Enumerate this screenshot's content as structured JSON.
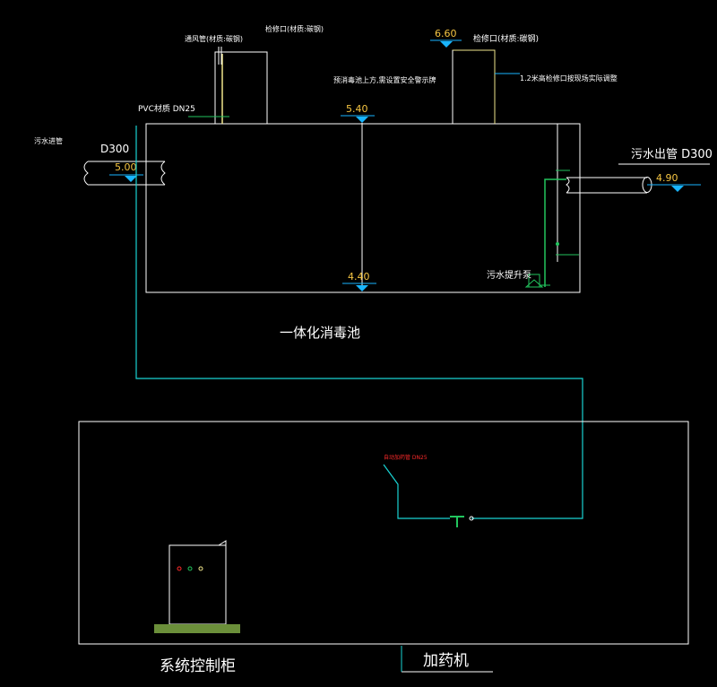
{
  "labels": {
    "vent_pipe": "通风管(材质:碳钢)",
    "access_port_left": "检修口(材质:碳钢)",
    "access_port_right": "检修口(材质:碳钢)",
    "elev_660": "6.60",
    "access_note": "1.2米高检修口按现场实际调整",
    "warning_note": "预消毒池上方,需设置安全警示牌",
    "pvc_pipe": "PVC材质 DN25",
    "elev_540": "5.40",
    "sewage_inlet": "污水进管",
    "inlet_d300": "D300",
    "elev_500": "5.00",
    "outlet_pipe": "污水出管 D300",
    "elev_490": "4.90",
    "elev_440": "4.40",
    "sewage_pump": "污水提升泵",
    "tank_title": "一体化消毒池",
    "dosing_pipe": "自动加药管 DN25",
    "control_cabinet": "系统控制柜",
    "dosing_machine": "加药机"
  },
  "colors": {
    "background": "#000000",
    "outline": "#ffffff",
    "cyan_pipe": "#19d3d3",
    "yellow_pipe": "#f0e68c",
    "green_pipe": "#22c55e",
    "elevation_marker": "#19b5ff",
    "elevation_text": "#f5c542",
    "red_text": "#ff2a2a",
    "ground_hatch": "#6b8f3a"
  },
  "icons": {
    "elevation_marker": "triangle-down",
    "pump": "submersible-pump",
    "indicator_lights": [
      "red-light",
      "green-light",
      "yellow-light"
    ]
  }
}
